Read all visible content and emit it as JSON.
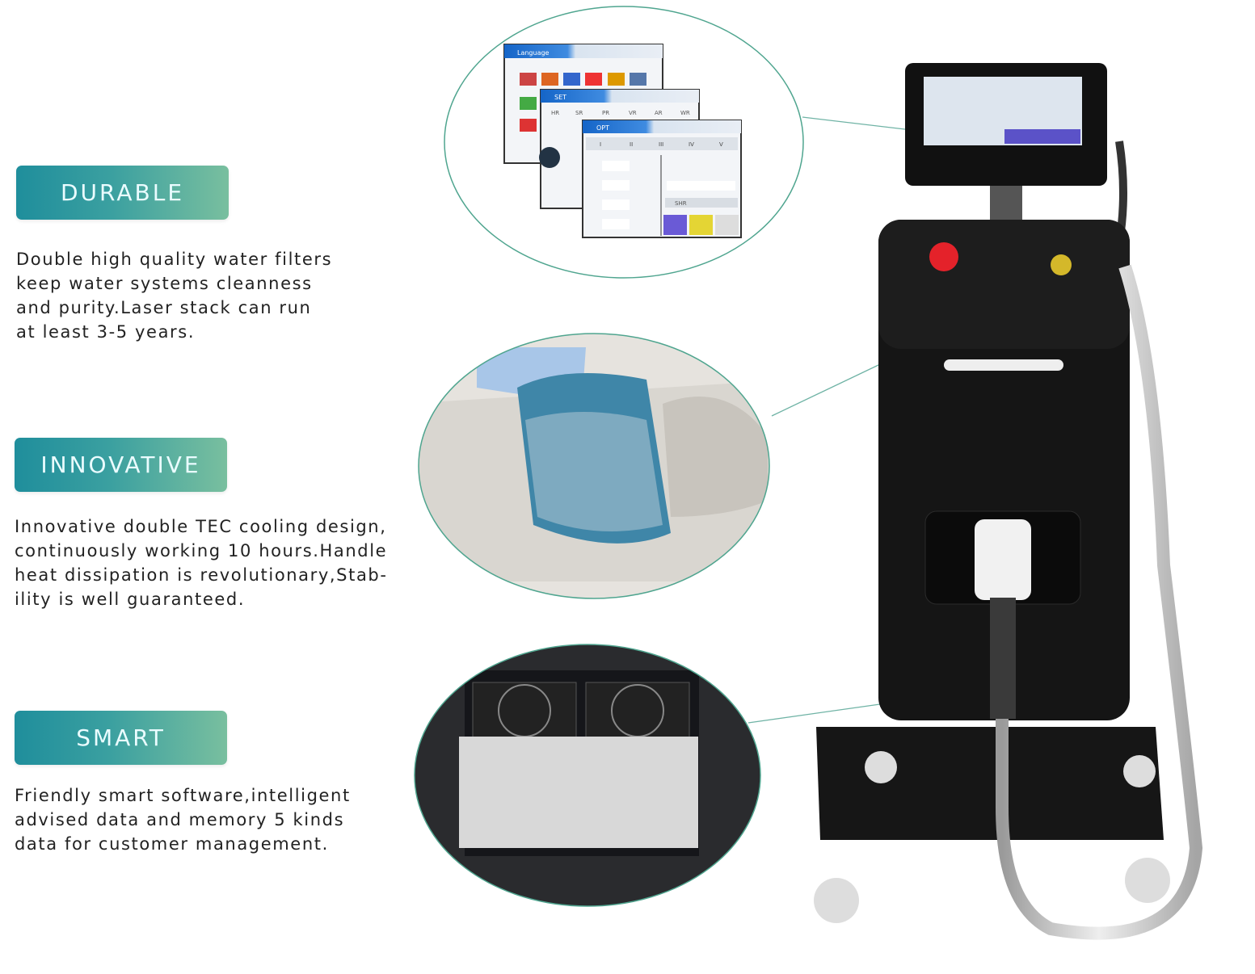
{
  "features": [
    {
      "title": "DURABLE",
      "text": "Double high quality water filters\nkeep water systems cleanness\nand purity.Laser stack can run\nat least 3-5 years."
    },
    {
      "title": "INNOVATIVE",
      "text": "Innovative double TEC cooling design,\ncontinuously working 10 hours.Handle\nheat dissipation is revolutionary,Stab-\nility is well guaranteed."
    },
    {
      "title": "SMART",
      "text": "Friendly smart software,intelligent\nadvised data and memory 5 kinds\ndata for customer management."
    }
  ],
  "screen_ui": {
    "window_language": "Language",
    "window_set": "SET",
    "window_opt": "OPT",
    "set_tabs": [
      "HR",
      "SR",
      "PR",
      "VR",
      "AR",
      "WR"
    ],
    "opt_levels": [
      "I",
      "II",
      "III",
      "IV",
      "V"
    ],
    "mode_label": "SHR"
  },
  "colors": {
    "accent_start": "#1f8e9c",
    "accent_end": "#79bf9f",
    "outline": "#4fa58f",
    "machine": "#151515"
  }
}
